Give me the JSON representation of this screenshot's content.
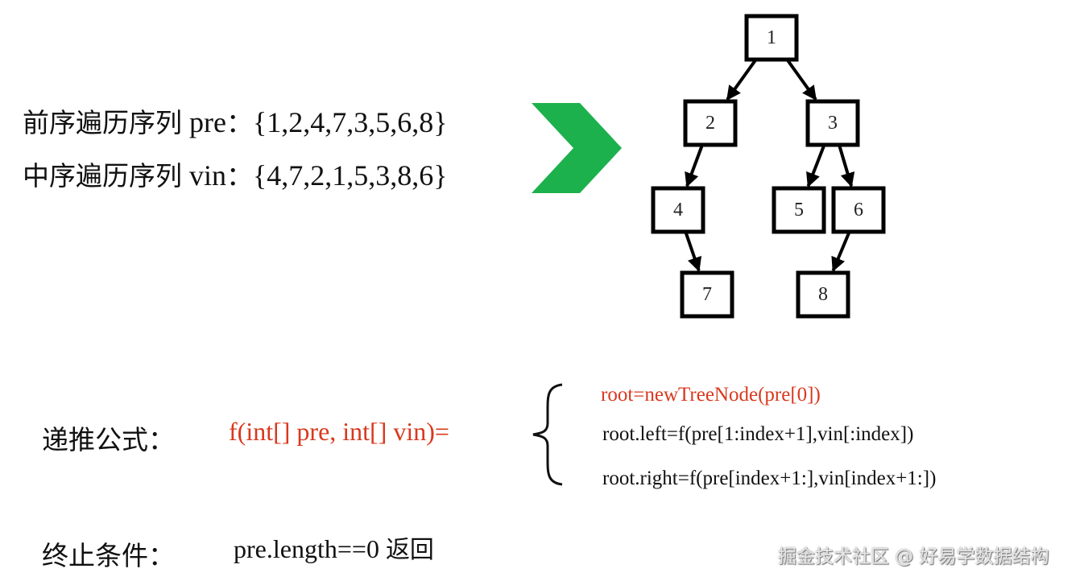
{
  "sequences": {
    "preorder": {
      "label": "前序遍历序列",
      "name": "pre",
      "colon": "：",
      "values": "{1,2,4,7,3,5,6,8}"
    },
    "inorder": {
      "label": "中序遍历序列",
      "name": "vin",
      "colon": "：",
      "values": "{4,7,2,1,5,3,8,6}"
    }
  },
  "tree": {
    "nodes": [
      {
        "id": "n1",
        "label": "1"
      },
      {
        "id": "n2",
        "label": "2"
      },
      {
        "id": "n3",
        "label": "3"
      },
      {
        "id": "n4",
        "label": "4"
      },
      {
        "id": "n5",
        "label": "5"
      },
      {
        "id": "n6",
        "label": "6"
      },
      {
        "id": "n7",
        "label": "7"
      },
      {
        "id": "n8",
        "label": "8"
      }
    ],
    "edges": [
      {
        "from": "n1",
        "to": "n2"
      },
      {
        "from": "n1",
        "to": "n3"
      },
      {
        "from": "n2",
        "to": "n4"
      },
      {
        "from": "n4",
        "to": "n7"
      },
      {
        "from": "n3",
        "to": "n5"
      },
      {
        "from": "n3",
        "to": "n6"
      },
      {
        "from": "n6",
        "to": "n8"
      }
    ]
  },
  "formula": {
    "label": "递推公式：",
    "signature": "f(int[] pre, int[] vin)=",
    "steps": [
      "root=newTreeNode(pre[0])",
      "root.left=f(pre[1:index+1],vin[:index])",
      "root.right=f(pre[index+1:],vin[index+1:])"
    ]
  },
  "termination": {
    "label": "终止条件：",
    "condition": "pre.length==0",
    "action": "返回"
  },
  "watermark": "掘金技术社区 @ 好易学数据结构",
  "colors": {
    "arrow": "#1cb14c",
    "highlight": "#d9381e"
  }
}
